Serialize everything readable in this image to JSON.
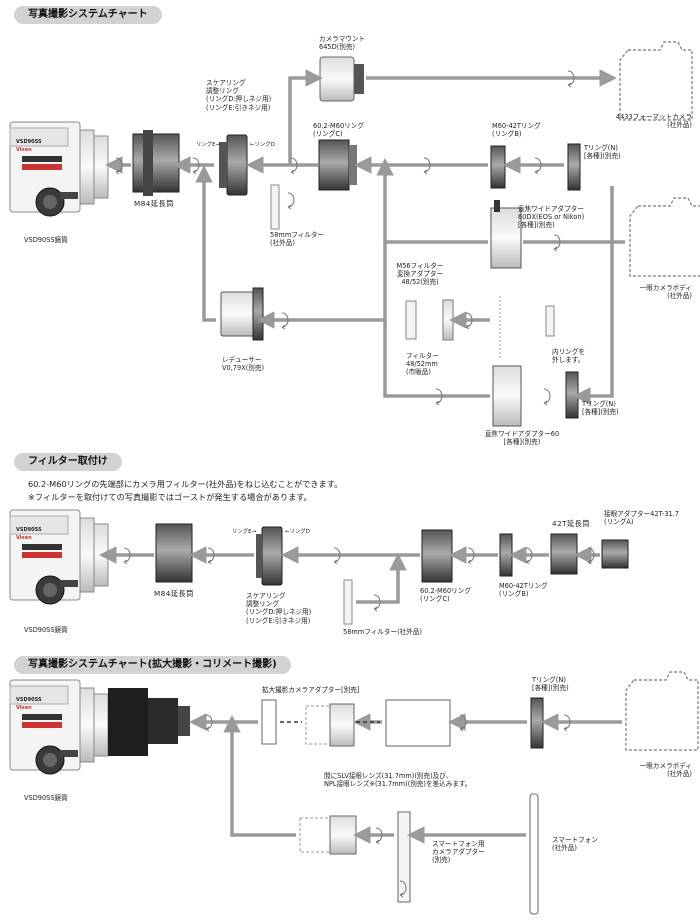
{
  "sections": {
    "s1_title": "写真撮影システムチャート",
    "s2_title": "フィルター取付け",
    "s3_title": "写真撮影システムチャート(拡大撮影・コリメート撮影)"
  },
  "brand": {
    "scope_logo_1": "VSD90SS",
    "scope_logo_2": "Vixen"
  },
  "s1": {
    "camera_mount_1": "カメラマウント",
    "camera_mount_2": "645D(別売)",
    "square_ring_1": "スケアリング",
    "square_ring_2": "調整リング",
    "square_ring_3": "(リングD:押しネジ用)",
    "square_ring_4": "(リングE:引きネジ用)",
    "ring_e": "リングE→",
    "ring_d": "←リングD",
    "ring_c_1": "60.2-M60リング",
    "ring_c_2": "(リングC)",
    "ring_b_1": "M60-42Tリング",
    "ring_b_2": "(リングB)",
    "camera_4433_1": "4433フォーマットカメラ",
    "camera_4433_2": "(社外品)",
    "t_ring_1": "Tリング(N)",
    "t_ring_2": "[各種](別売)",
    "scope": "VSD90SS鏡筒",
    "m84": "M84延長筒",
    "filter58_1": "58mmフィルター",
    "filter58_2": "(社外品)",
    "wide60dx_1": "直焦ワイドアダプター",
    "wide60dx_2": "60DX(EOS or Nikon)",
    "wide60dx_3": "[各種](別売)",
    "body_1": "一眼カメラボディ",
    "body_2": "(社外品)",
    "m56_1": "M56フィルター",
    "m56_2": "変換アダプター",
    "m56_3": "48/52(別売)",
    "filter4852_1": "フィルター",
    "filter4852_2": "48/52mm",
    "filter4852_3": "(市販品)",
    "reducer_1": "レデューサー",
    "reducer_2": "V0,79X(別売)",
    "inner_ring_1": "内リングを",
    "inner_ring_2": "外します。",
    "t_ring2_1": "Tリング(N)",
    "t_ring2_2": "[各種](別売)",
    "wide60_1": "直焦ワイドアダプター60",
    "wide60_2": "[各種](別売)"
  },
  "s2": {
    "note_1": "60.2-M60リングの先端部にカメラ用フィルター(社外品)をねじ込むことができます。",
    "note_2": "※フィルターを取付けての写真撮影ではゴーストが発生する場合があります。",
    "scope": "VSD90SS鏡筒",
    "m84": "M84延長筒",
    "ring_e": "リングE→",
    "ring_d": "←リングD",
    "square_ring_1": "スケアリング",
    "square_ring_2": "調整リング",
    "square_ring_3": "(リングD:押しネジ用)",
    "square_ring_4": "(リングE:引きネジ用)",
    "filter58": "58mmフィルター(社外品)",
    "ring_c_1": "60.2-M60リング",
    "ring_c_2": "(リングC)",
    "ring_b_1": "M60-42Tリング",
    "ring_b_2": "(リングB)",
    "ext42": "42T延長筒",
    "eyepiece_1": "接眼アダプター42T-31.7",
    "eyepiece_2": "(リングA)"
  },
  "s3": {
    "scope": "VSD90SS鏡筒",
    "adapter": "拡大撮影カメラアダプター[別売]",
    "t_ring_1": "Tリング(N)",
    "t_ring_2": "[各種](別売)",
    "body_1": "一眼カメラボディ",
    "body_2": "(社外品)",
    "lens_note_1": "間にSLV接眼レンズ(31.7mm)(別売)及び、",
    "lens_note_2": "NPL接眼レンズ※(31.7mm)(別売)を差込みます。",
    "sp_adapter_1": "スマートフォン用",
    "sp_adapter_2": "カメラアダプター",
    "sp_adapter_3": "(別売)",
    "smartphone_1": "スマートフォン",
    "smartphone_2": "(社外品)"
  }
}
